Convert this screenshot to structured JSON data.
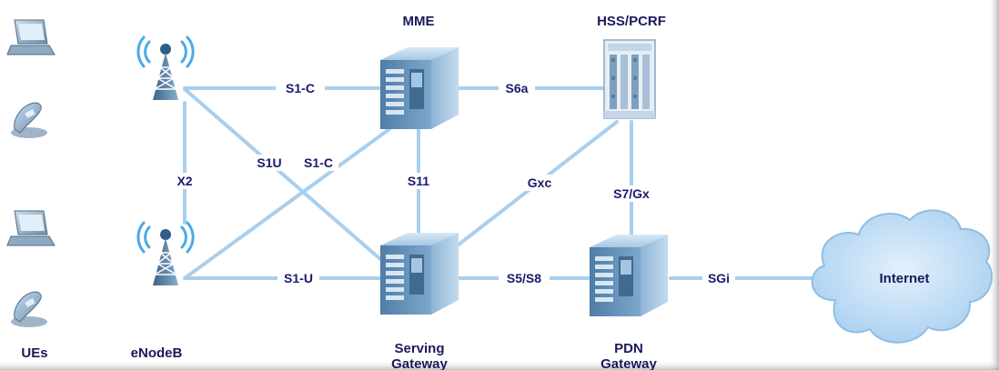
{
  "nodes": {
    "mme": "MME",
    "hss": "HSS/PCRF",
    "sgw_line1": "Serving",
    "sgw_line2": "Gateway",
    "pgw_line1": "PDN",
    "pgw_line2": "Gateway",
    "internet": "Internet",
    "ues": "UEs",
    "enodeb": "eNodeB"
  },
  "links": {
    "s1c_top": "S1-C",
    "s6a": "S6a",
    "s1u_cross": "S1U",
    "s1c_cross": "S1-C",
    "x2": "X2",
    "s11": "S11",
    "gxc": "Gxc",
    "s7gx": "S7/Gx",
    "s1u_bottom": "S1-U",
    "s5s8": "S5/S8",
    "sgi": "SGi"
  },
  "colors": {
    "link": "#a9cfee",
    "label": "#1a1a6e",
    "server": "#8eb4d4",
    "cloud": "#b9d9f3"
  }
}
